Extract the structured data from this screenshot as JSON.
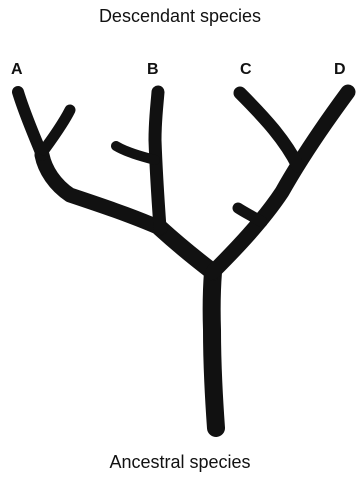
{
  "diagram": {
    "top_label": "Descendant species",
    "bottom_label": "Ancestral species",
    "leaves": [
      "A",
      "B",
      "C",
      "D"
    ],
    "branch_color": "#111111"
  }
}
